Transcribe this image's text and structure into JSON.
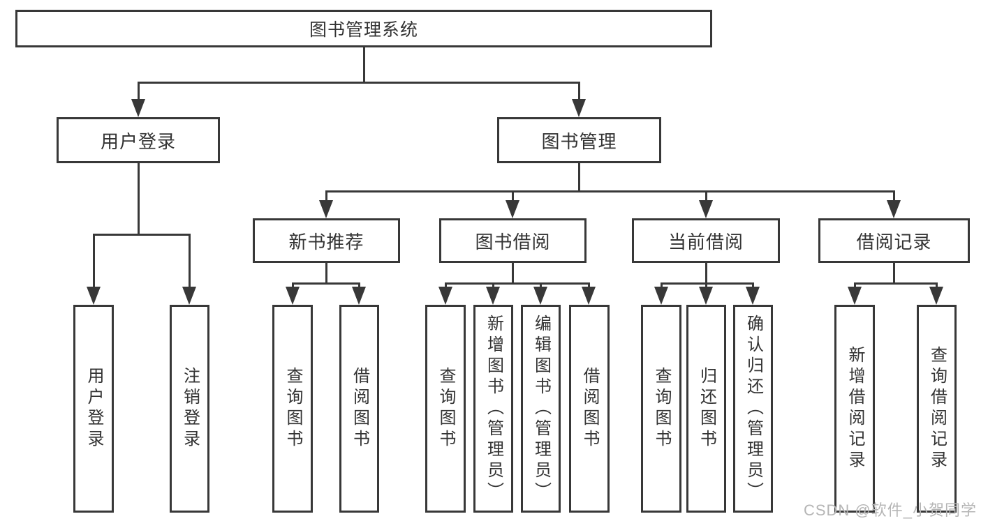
{
  "tree": {
    "root": {
      "label": "图书管理系统"
    },
    "branches": [
      {
        "label": "用户登录",
        "children": [
          {
            "label": "用户登录"
          },
          {
            "label": "注销登录"
          }
        ]
      },
      {
        "label": "图书管理",
        "children": [
          {
            "label": "新书推荐",
            "children": [
              {
                "label": "查询图书"
              },
              {
                "label": "借阅图书"
              }
            ]
          },
          {
            "label": "图书借阅",
            "children": [
              {
                "label": "查询图书"
              },
              {
                "label": "新增图书（管理员）"
              },
              {
                "label": "编辑图书（管理员）"
              },
              {
                "label": "借阅图书"
              }
            ]
          },
          {
            "label": "当前借阅",
            "children": [
              {
                "label": "查询图书"
              },
              {
                "label": "归还图书"
              },
              {
                "label": "确认归还（管理员）"
              }
            ]
          },
          {
            "label": "借阅记录",
            "children": [
              {
                "label": "新增借阅记录"
              },
              {
                "label": "查询借阅记录"
              }
            ]
          }
        ]
      }
    ]
  },
  "watermark": {
    "text": "CSDN @软件_小贺同学"
  },
  "colors": {
    "line": "#383838",
    "text": "#333333",
    "watermark": "#b5b5b5",
    "bg": "#ffffff"
  }
}
